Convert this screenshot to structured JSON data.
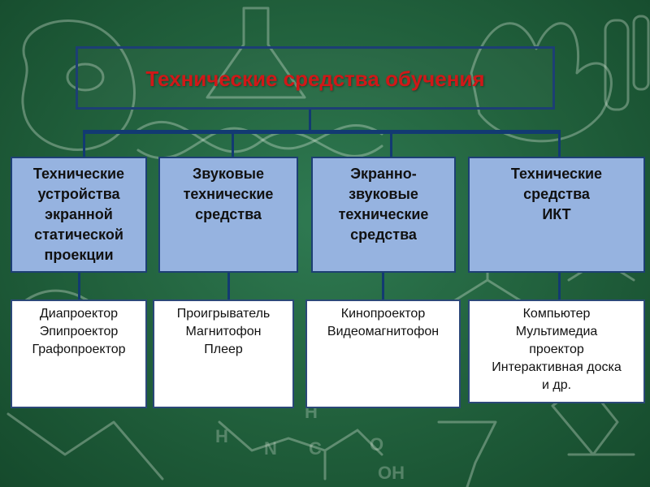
{
  "slide": {
    "title": "Технические средства обучения",
    "categories": [
      {
        "lines": [
          "Технические",
          "устройства",
          "экранной",
          "статической",
          "проекции"
        ],
        "items": [
          "Диапроектор",
          "Эпипроектор",
          "Графопроектор"
        ]
      },
      {
        "lines": [
          "Звуковые",
          "технические",
          "средства"
        ],
        "items": [
          "Проигрыватель",
          "Магнитофон",
          "Плеер"
        ]
      },
      {
        "lines": [
          "Экранно-",
          "звуковые",
          "технические",
          "средства"
        ],
        "items": [
          "Кинопроектор",
          "Видеомагнитофон"
        ]
      },
      {
        "lines": [
          "Технические",
          "средства",
          "ИКТ"
        ],
        "items": [
          "Компьютер",
          "Мультимедиа",
          "проектор",
          "Интерактивная доска",
          "и др."
        ]
      }
    ]
  },
  "colors": {
    "chalkboard": "#23643f",
    "title_text": "#d01818",
    "category_fill": "#96b3e0",
    "connector": "#123a72"
  }
}
